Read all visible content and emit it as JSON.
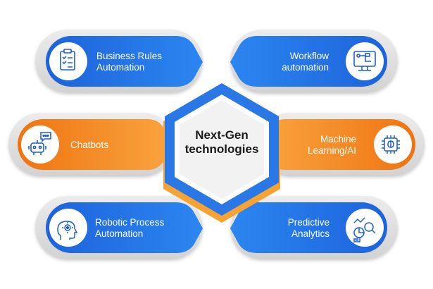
{
  "center": {
    "line1": "Next-Gen",
    "line2": "technologies"
  },
  "colors": {
    "blue": "#1a5fd8",
    "blue_light": "#2f86f0",
    "orange": "#f07b14",
    "orange_light": "#f9a43a",
    "frame": "#dcdcdc"
  },
  "nodes": [
    {
      "id": "business-rules-automation",
      "line1": "Business Rules",
      "line2": "Automation",
      "icon": "checklist-icon",
      "color": "blue"
    },
    {
      "id": "workflow-automation",
      "line1": "Workflow",
      "line2": "automation",
      "icon": "workflow-monitor-icon",
      "color": "blue"
    },
    {
      "id": "chatbots",
      "line1": "Chatbots",
      "line2": "",
      "icon": "chatbot-icon",
      "color": "orange"
    },
    {
      "id": "machine-learning-ai",
      "line1": "Machine",
      "line2": "Learning/AI",
      "icon": "brain-chip-icon",
      "color": "orange"
    },
    {
      "id": "robotic-process-automation",
      "line1": "Robotic Process",
      "line2": "Automation",
      "icon": "robot-head-gear-icon",
      "color": "blue"
    },
    {
      "id": "predictive-analytics",
      "line1": "Predictive",
      "line2": "Analytics",
      "icon": "analytics-magnifier-icon",
      "color": "blue"
    }
  ]
}
